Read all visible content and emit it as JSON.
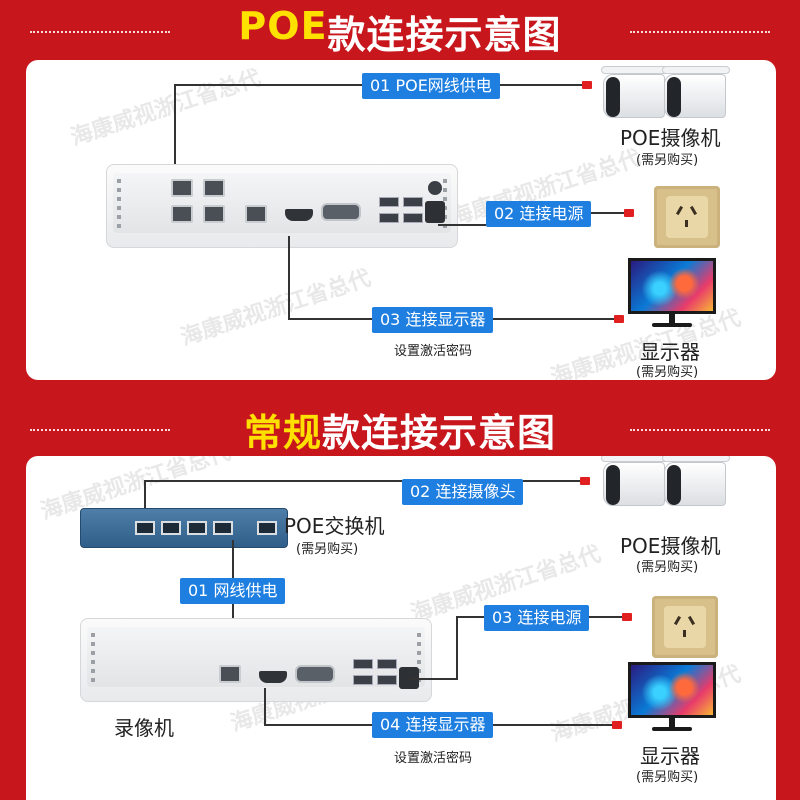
{
  "section1": {
    "title_highlight": "POE",
    "title_rest": "款连接示意图",
    "tag1": "01 POE网线供电",
    "tag2": "02 连接电源",
    "tag3": "03 连接显示器",
    "activate_note": "设置激活密码",
    "camera_label": "POE摄像机",
    "camera_note": "(需另购买)",
    "monitor_label": "显示器",
    "monitor_note": "(需另购买)"
  },
  "section2": {
    "title_highlight": "常规",
    "title_rest": "款连接示意图",
    "tag1": "01 网线供电",
    "tag2": "02 连接摄像头",
    "tag3": "03 连接电源",
    "tag4": "04 连接显示器",
    "switch_label": "POE交换机",
    "switch_note": "(需另购买)",
    "camera_label": "POE摄像机",
    "camera_note": "(需另购买)",
    "nvr_label": "录像机",
    "activate_note": "设置激活密码",
    "monitor_label": "显示器",
    "monitor_note": "(需另购买)"
  },
  "watermark": "海康威视浙江省总代",
  "colors": {
    "background": "#c8161d",
    "highlight": "#ffe100",
    "tag_blue": "#1f7fe0",
    "cable_red": "#e02020"
  }
}
